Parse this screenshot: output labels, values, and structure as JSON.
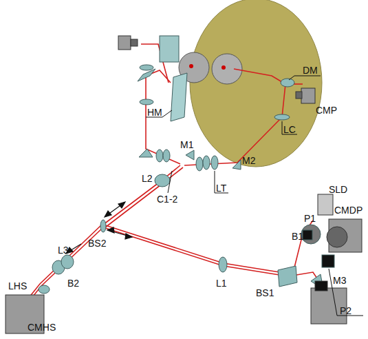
{
  "diagram": {
    "labels": [
      "DM",
      "CMP",
      "LC",
      "HM",
      "M1",
      "L2",
      "C1-2",
      "LT",
      "M2",
      "SLD",
      "P1",
      "B1",
      "CMDP",
      "BS1",
      "M3",
      "P2",
      "L1",
      "BS2",
      "L3",
      "B2",
      "LHS",
      "CMHS"
    ]
  }
}
